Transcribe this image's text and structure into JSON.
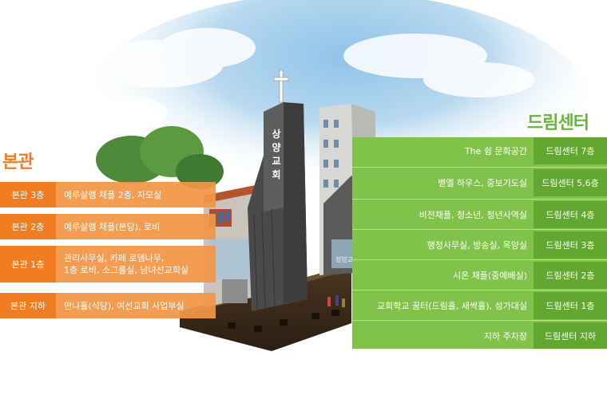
{
  "sections": {
    "main_title": "본관",
    "dream_title": "드림센터"
  },
  "building": {
    "tower_name": [
      "상",
      "양",
      "교",
      "회"
    ],
    "dream_sign": "청양교회"
  },
  "main_building": {
    "floors": [
      {
        "tag": "본관 3층",
        "desc": [
          "예루살렘 채플 2층, 자모실"
        ]
      },
      {
        "tag": "본관 2층",
        "desc": [
          "예루살렘 채플(본당), 로비"
        ]
      },
      {
        "tag": "본관 1층",
        "desc": [
          "관리사무실, 카페 로뎀나무,",
          "1층 로비, 소그룹실, 남녀선교회실"
        ]
      },
      {
        "tag": "본관 지하",
        "desc": [
          "만나홀(식당), 여선교회 사업부실"
        ]
      }
    ]
  },
  "dream_center": {
    "floors": [
      {
        "desc": "The 쉼 문화공간",
        "tag": "드림센터 7층"
      },
      {
        "desc": "벧엘 하우스, 중보기도실",
        "tag": "드림센터 5,6층"
      },
      {
        "desc": "비전채플, 청소년, 청년사역실",
        "tag": "드림센터 4층"
      },
      {
        "desc": "행정사무실, 방송실, 목양실",
        "tag": "드림센터 3층"
      },
      {
        "desc": "시온 채플(중예배실)",
        "tag": "드림센터 2층"
      },
      {
        "desc": "교회학교 꿈터(드림홀, 새싹홀), 성가대실",
        "tag": "드림센터 1층"
      },
      {
        "desc": "지하 주차장",
        "tag": "드림센터 지하"
      }
    ]
  },
  "colors": {
    "main_accent": "#f07d22",
    "dream_accent": "#80c24a",
    "dream_tag": "#62a72f"
  }
}
